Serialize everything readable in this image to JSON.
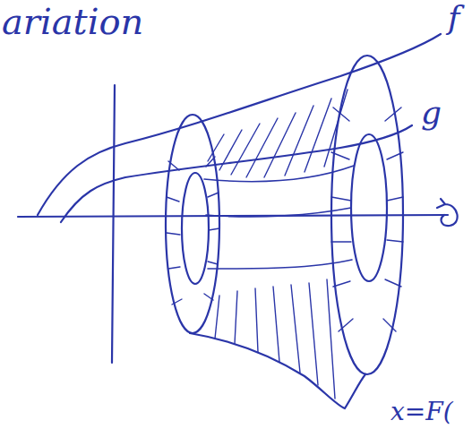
{
  "diagram": {
    "labels": [
      "ariation",
      "f",
      "g",
      "x=F("
    ]
  }
}
